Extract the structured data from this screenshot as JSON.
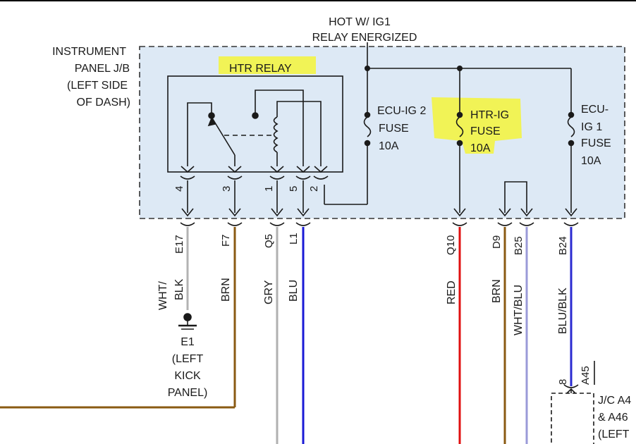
{
  "power": {
    "line1": "HOT W/ IG1",
    "line2": "RELAY ENERGIZED"
  },
  "junction_block": {
    "lines": [
      "INSTRUMENT",
      "PANEL J/B",
      "(LEFT SIDE",
      "OF DASH)"
    ]
  },
  "relay": {
    "label": "HTR RELAY",
    "pins": [
      "4",
      "3",
      "1",
      "5",
      "2"
    ]
  },
  "fuses": [
    {
      "lines": [
        "ECU-IG 2",
        "FUSE",
        "10A"
      ]
    },
    {
      "lines": [
        "HTR-IG",
        "FUSE",
        "10A"
      ]
    },
    {
      "lines": [
        "ECU-",
        "IG 1",
        "FUSE",
        "10A"
      ]
    }
  ],
  "connectors": [
    "E17",
    "F7",
    "Q5",
    "L1",
    "Q10",
    "D9",
    "B25",
    "B24"
  ],
  "wires": [
    "WHT/\nBLK",
    "BRN",
    "GRY",
    "BLU",
    "RED",
    "BRN",
    "WHT/BLU",
    "BLU/BLK"
  ],
  "wire_colors": {
    "WHT_BLK": "#b3b3b3",
    "BRN": "#8a5a12",
    "GRY": "#b0b0b0",
    "BLU": "#1a1ad6",
    "RED": "#e01010",
    "WHT_BLU": "#9a9ad8",
    "BLU_BLK": "#2a2ad0"
  },
  "ground": {
    "id": "E1",
    "lines": [
      "(LEFT",
      "KICK",
      "PANEL)"
    ]
  },
  "jc": {
    "pin": "8",
    "connector": "A45",
    "lines": [
      "J/C A4",
      "& A46",
      "(LEFT"
    ]
  },
  "highlight_color": "#f5f53a",
  "box_fill": "#dde9f5"
}
